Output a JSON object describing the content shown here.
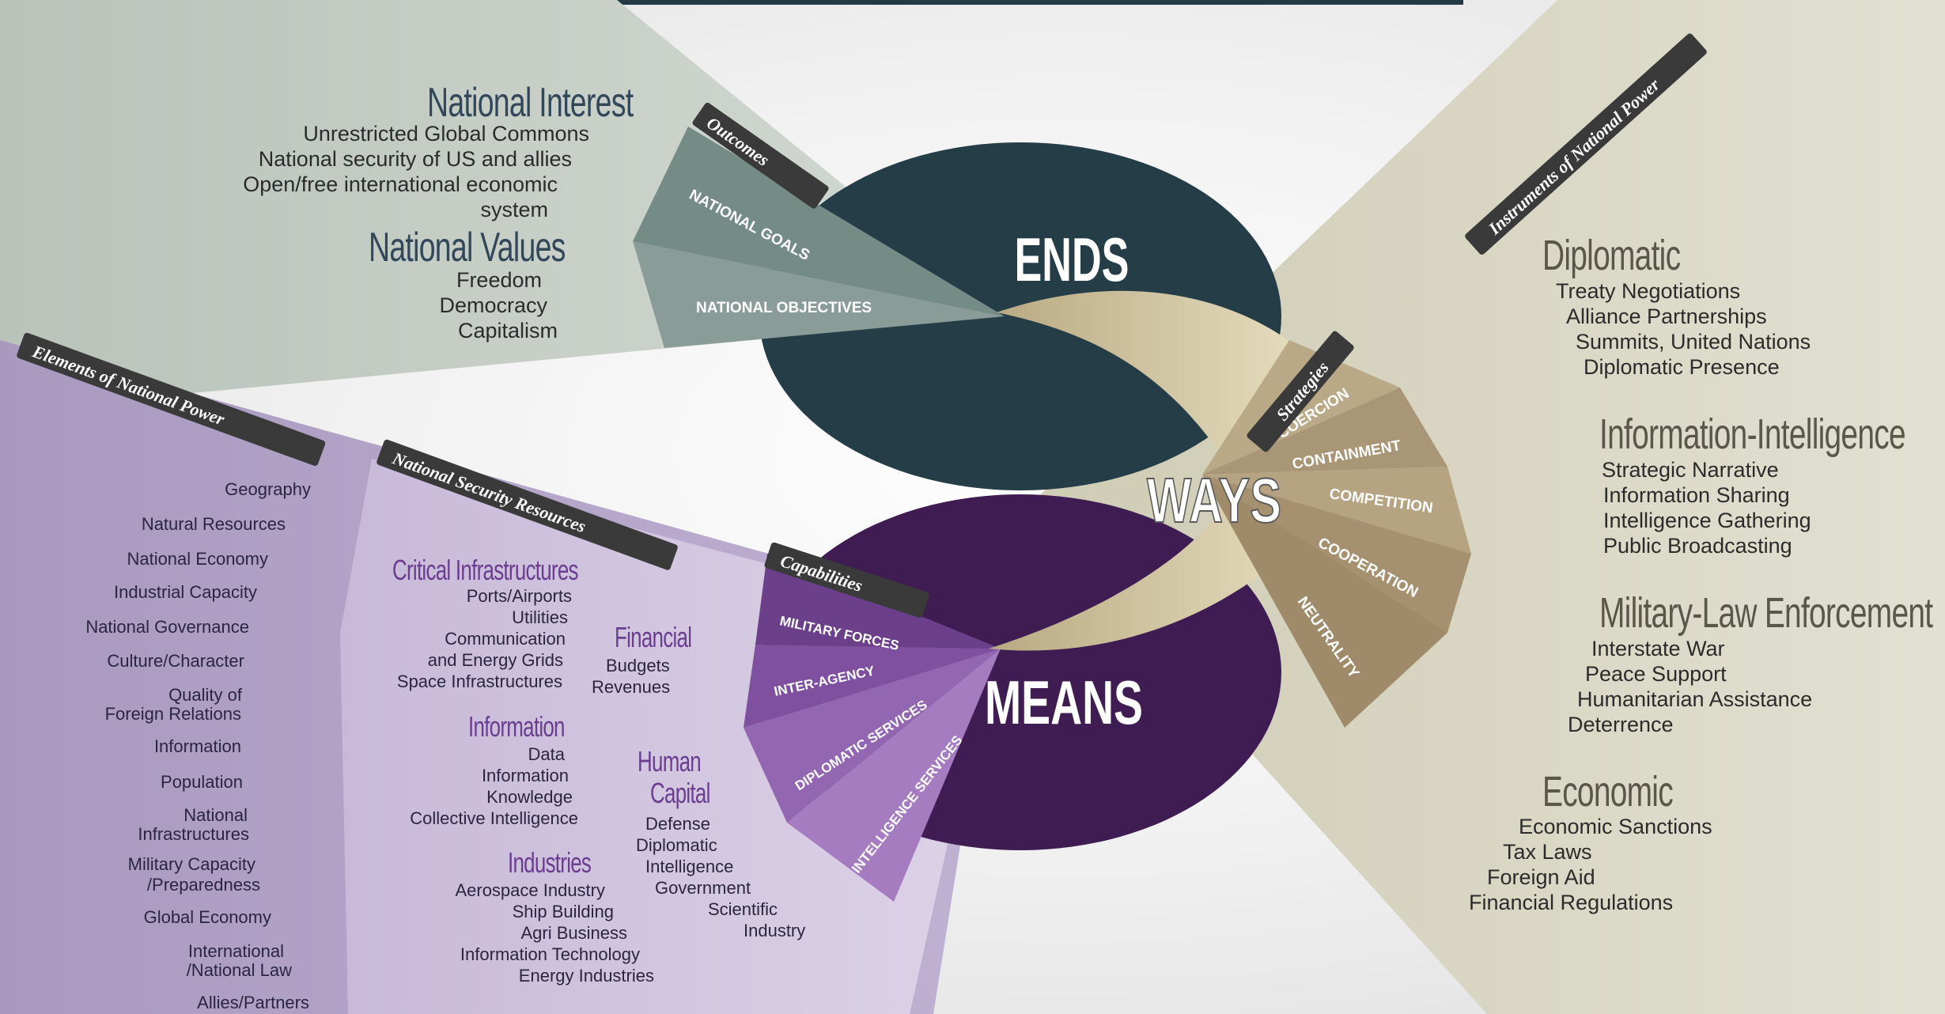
{
  "colors": {
    "ends": "#253d47",
    "means": "#3f1d52",
    "ways": "#e6dbb5",
    "outcomes_sector": "#6f8580",
    "strategies_sector": "#a99572",
    "capabilities_sector": "#7b4a98",
    "national_interest_bg": "#c4ccc4",
    "elements_bg": "#b7a8c9",
    "nsr_bg": "#cfc3dd",
    "instruments_bg": "#d8d6c4",
    "ribbon": "#3a3a3a"
  },
  "center": {
    "ends": "ENDS",
    "ways": "WAYS",
    "means": "MEANS"
  },
  "outcomes": {
    "ribbon": "Outcomes",
    "bands": [
      "NATIONAL GOALS",
      "NATIONAL OBJECTIVES"
    ]
  },
  "national_interest": {
    "title": "National Interest",
    "items": [
      "Unrestricted Global Commons",
      "National security of US and allies",
      "Open/free international economic",
      "system"
    ]
  },
  "national_values": {
    "title": "National Values",
    "items": [
      "Freedom",
      "Democracy",
      "Capitalism"
    ]
  },
  "strategies": {
    "ribbon": "Strategies",
    "bands": [
      "COERCION",
      "CONTAINMENT",
      "COMPETITION",
      "COOPERATION",
      "NEUTRALITY"
    ]
  },
  "instruments": {
    "ribbon": "Instruments of National Power",
    "groups": [
      {
        "title": "Diplomatic",
        "items": [
          "Treaty Negotiations",
          "Alliance Partnerships",
          "Summits, United Nations",
          "Diplomatic Presence"
        ]
      },
      {
        "title": "Information-Intelligence",
        "items": [
          "Strategic Narrative",
          "Information Sharing",
          "Intelligence Gathering",
          "Public Broadcasting"
        ]
      },
      {
        "title": "Military-Law Enforcement",
        "items": [
          "Interstate War",
          "Peace Support",
          "Humanitarian Assistance",
          "Deterrence"
        ]
      },
      {
        "title": "Economic",
        "items": [
          "Economic Sanctions",
          "Tax Laws",
          "Foreign Aid",
          "Financial Regulations"
        ]
      }
    ]
  },
  "capabilities": {
    "ribbon": "Capabilities",
    "bands": [
      "MILITARY FORCES",
      "INTER-AGENCY",
      "DIPLOMATIC SERVICES",
      "INTELLIGENCE SERVICES"
    ]
  },
  "elements": {
    "ribbon": "Elements of National Power",
    "items": [
      "Geography",
      "Natural Resources",
      "National Economy",
      "Industrial Capacity",
      "National Governance",
      "Culture/Character",
      "Quality of",
      "Foreign Relations",
      "Information",
      "Population",
      "National",
      "Infrastructures",
      "Military Capacity",
      "/Preparedness",
      "Global Economy",
      "International",
      "/National Law",
      "Allies/Partners"
    ]
  },
  "nsr": {
    "ribbon": "National Security Resources",
    "critical": {
      "title": "Critical Infrastructures",
      "items": [
        "Ports/Airports",
        "Utilities",
        "Communication",
        "and Energy Grids",
        "Space Infrastructures"
      ]
    },
    "financial": {
      "title": "Financial",
      "items": [
        "Budgets",
        "Revenues"
      ]
    },
    "information": {
      "title": "Information",
      "items": [
        "Data",
        "Information",
        "Knowledge",
        "Collective Intelligence"
      ]
    },
    "human_capital": {
      "title_1": "Human",
      "title_2": "Capital",
      "items": [
        "Defense",
        "Diplomatic",
        "Intelligence",
        "Government",
        "Scientific",
        "Industry"
      ]
    },
    "industries": {
      "title": "Industries",
      "items": [
        "Aerospace Industry",
        "Ship Building",
        "Agri Business",
        "Information Technology",
        "Energy Industries"
      ]
    }
  }
}
